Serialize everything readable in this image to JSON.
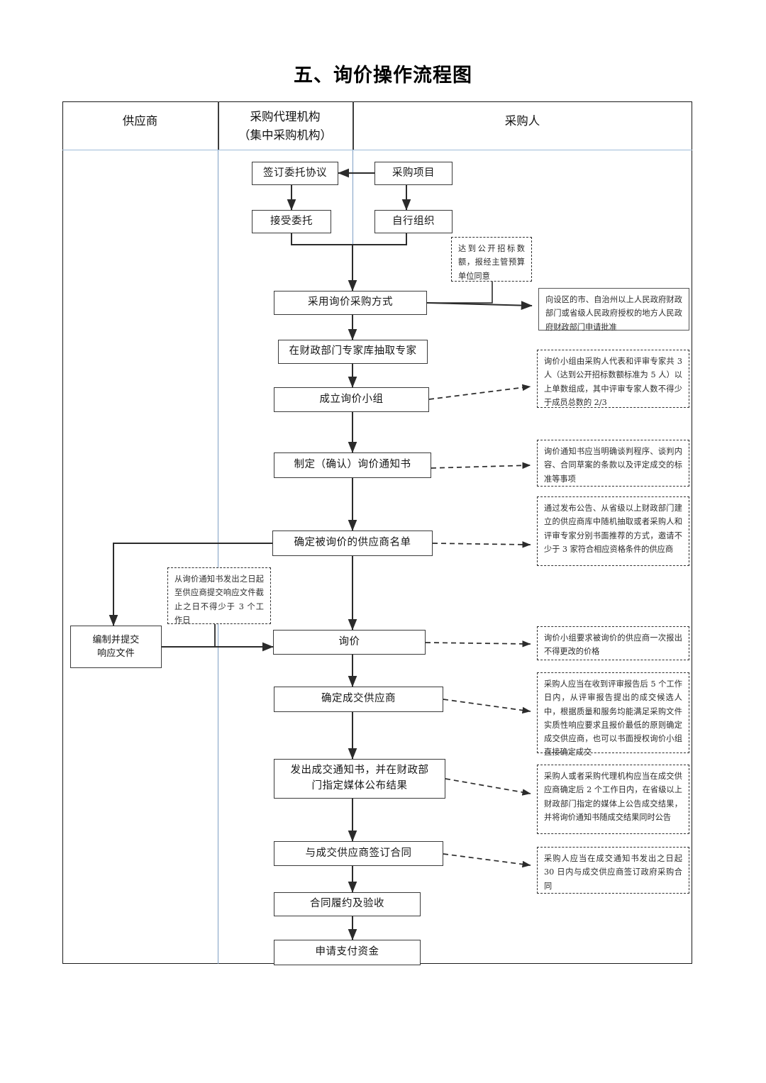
{
  "title": "五、询价操作流程图",
  "lanes": [
    {
      "name": "supplier",
      "label": "供应商"
    },
    {
      "name": "agency",
      "label_line1": "采购代理机构",
      "label_line2": "（集中采购机构）"
    },
    {
      "name": "purchaser",
      "label": "采购人"
    }
  ],
  "nodes": {
    "sign_entrust": "签订委托协议",
    "procurement_project": "采购项目",
    "accept_entrust": "接受委托",
    "self_organize": "自行组织",
    "adopt_inquiry": "采用询价采购方式",
    "draw_experts": "在财政部门专家库抽取专家",
    "form_group": "成立询价小组",
    "make_notice": "制定（确认）询价通知书",
    "determine_suppliers": "确定被询价的供应商名单",
    "prepare_response_l1": "编制并提交",
    "prepare_response_l2": "响应文件",
    "inquiry": "询价",
    "determine_winner": "确定成交供应商",
    "issue_notice_l1": "发出成交通知书，并在财政部",
    "issue_notice_l2": "门指定媒体公布结果",
    "sign_contract": "与成交供应商签订合同",
    "contract_performance": "合同履约及验收",
    "apply_payment": "申请支付资金"
  },
  "notes": {
    "open_tender_threshold": "达到公开招标数额，报经主管预算单位同意",
    "apply_approval": "向设区的市、自治州以上人民政府财政部门或省级人民政府授权的地方人民政府财政部门申请批准",
    "inquiry_group_composition": "询价小组由采购人代表和评审专家共 3 人（达到公开招标数额标准为 5 人）以上单数组成，其中评审专家人数不得少于成员总数的 2/3",
    "notice_content": "询价通知书应当明确谈判程序、谈判内容、合同草案的条款以及评定成交的标准等事项",
    "supplier_selection": "通过发布公告、从省级以上财政部门建立的供应商库中随机抽取或者采购人和评审专家分别书面推荐的方式，邀请不少于 3 家符合相应资格条件的供应商",
    "response_deadline": "从询价通知书发出之日起至供应商提交响应文件截止之日不得少于 3 个工作日",
    "one_time_quote": "询价小组要求被询价的供应商一次报出不得更改的价格",
    "determine_winner_rule": "采购人应当在收到评审报告后 5 个工作日内，从评审报告提出的成交候选人中，根据质量和服务均能满足采购文件实质性响应要求且报价最低的原则确定成交供应商，也可以书面授权询价小组直接确定成交",
    "announce_result": "采购人或者采购代理机构应当在成交供应商确定后 2 个工作日内，在省级以上财政部门指定的媒体上公告成交结果，并将询价通知书随成交结果同时公告",
    "sign_contract_rule": "采购人应当在成交通知书发出之日起 30 日内与成交供应商签订政府采购合同"
  },
  "colors": {
    "line": "#3a3a3a",
    "lane_divider": "#7f9fc4",
    "text": "#161616",
    "background": "#ffffff"
  }
}
